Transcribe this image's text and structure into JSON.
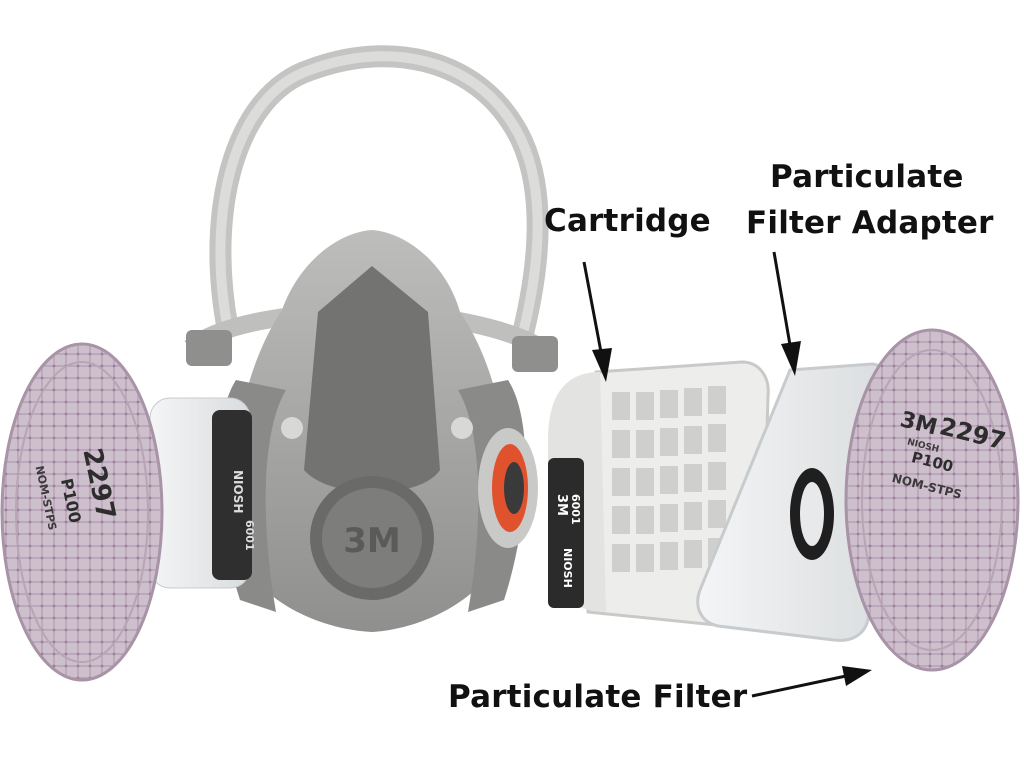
{
  "labels": {
    "cartridge": "Cartridge",
    "adapter_line1": "Particulate",
    "adapter_line2": "Filter Adapter",
    "particulate_filter": "Particulate Filter"
  },
  "imprints": {
    "brand": "3M",
    "filter_model": "2297",
    "filter_rating": "P100",
    "filter_niosh": "NIOSH",
    "filter_code": "NOM-STPS",
    "cartridge_model": "6001",
    "cartridge_niosh": "NIOSH"
  },
  "colors": {
    "mask_gray": "#a9a9a7",
    "mask_dark": "#6f706e",
    "filter_purple": "#c8b7c6",
    "valve_orange": "#e0522e",
    "cartridge_black": "#2b2b2b",
    "text": "#111111"
  }
}
